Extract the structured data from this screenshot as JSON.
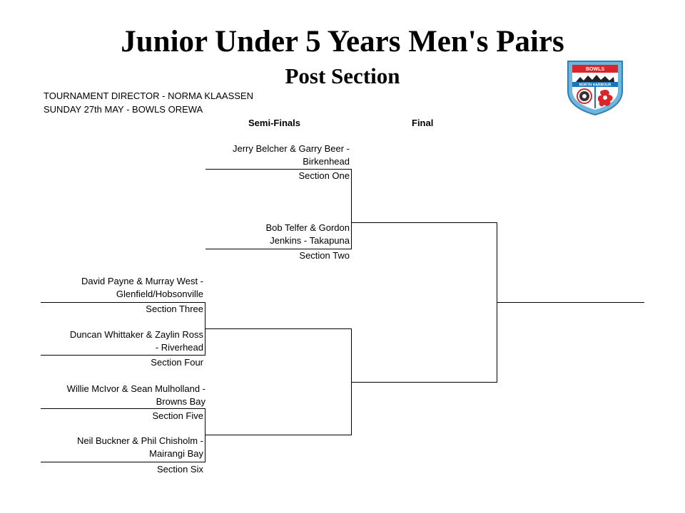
{
  "header": {
    "title": "Junior Under 5 Years Men's Pairs",
    "subtitle": "Post Section",
    "director": "TOURNAMENT DIRECTOR - NORMA KLAASSEN",
    "date_venue": "SUNDAY 27th MAY - BOWLS OREWA"
  },
  "logo": {
    "top_text": "BOWLS",
    "band_text": "NORTH HARBOUR"
  },
  "rounds": {
    "semi_finals": "Semi-Finals",
    "final": "Final"
  },
  "teams": [
    {
      "line1": "Jerry Belcher & Garry Beer -",
      "line2": "Birkenhead",
      "section": "Section One"
    },
    {
      "line1": "Bob Telfer & Gordon",
      "line2": "Jenkins - Takapuna",
      "section": "Section Two"
    },
    {
      "line1": "David Payne & Murray West -",
      "line2": "Glenfield/Hobsonville",
      "section": "Section Three"
    },
    {
      "line1": "Duncan Whittaker & Zaylin Ross",
      "line2": "- Riverhead",
      "section": "Section Four"
    },
    {
      "line1": "Willie McIvor & Sean Mulholland -",
      "line2": "Browns Bay",
      "section": "Section Five"
    },
    {
      "line1": "Neil Buckner & Phil Chisholm -",
      "line2": "Mairangi Bay",
      "section": "Section Six"
    }
  ]
}
